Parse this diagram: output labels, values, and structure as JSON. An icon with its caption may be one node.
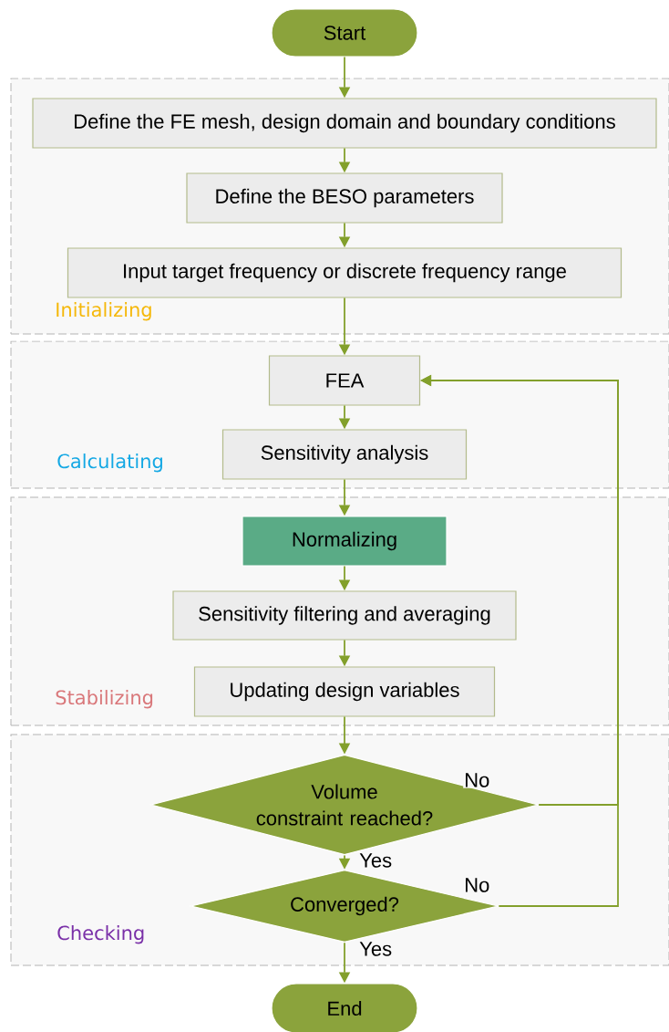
{
  "diagram": {
    "nodes": [
      {
        "text": [
          "Start"
        ]
      },
      {
        "text": [
          "Initializing"
        ]
      },
      {
        "text": [
          "Define the FE mesh, design domain and boundary conditions"
        ],
        "in": 1
      },
      {
        "text": [
          "Define the BESO parameters"
        ],
        "in": 1
      },
      {
        "text": [
          "Input target frequency or discrete frequency range"
        ],
        "in": 1
      },
      {
        "text": [
          "Calculating"
        ]
      },
      {
        "text": [
          "FEA"
        ],
        "in": 5
      },
      {
        "text": [
          "Sensitivity analysis"
        ],
        "in": 5
      },
      {
        "text": [
          "Stabilizing"
        ]
      },
      {
        "text": [
          "Normalizing"
        ],
        "in": 8
      },
      {
        "text": [
          "Sensitivity filtering and averaging"
        ],
        "in": 8
      },
      {
        "text": [
          "Updating design variables"
        ],
        "in": 8
      },
      {
        "text": [
          "Checking"
        ]
      },
      {
        "text": [
          "Volume constraint reached?"
        ],
        "in": 12
      },
      {
        "text": [
          "Converged?"
        ],
        "in": 12
      },
      {
        "text": [
          "End"
        ]
      }
    ],
    "edges": [
      {
        "from": 0,
        "to": 2,
        "arrow": "to"
      },
      {
        "from": 2,
        "to": 3,
        "arrow": "to"
      },
      {
        "from": 3,
        "to": 4,
        "arrow": "to"
      },
      {
        "from": 4,
        "to": 6,
        "arrow": "to"
      },
      {
        "from": 6,
        "to": 7,
        "arrow": "to"
      },
      {
        "from": 7,
        "to": 9,
        "arrow": "to"
      },
      {
        "from": 9,
        "to": 10,
        "arrow": "to"
      },
      {
        "from": 10,
        "to": 11,
        "arrow": "to"
      },
      {
        "from": 11,
        "to": 13,
        "arrow": "to"
      },
      {
        "from": 13,
        "to": 14,
        "arrow": "to",
        "label": "Yes"
      },
      {
        "from": 13,
        "to": 6,
        "arrow": "to",
        "label": "No"
      },
      {
        "from": 14,
        "to": 6,
        "arrow": "to",
        "label": "No"
      },
      {
        "from": 14,
        "to": 15,
        "arrow": "to",
        "label": "Yes"
      }
    ]
  }
}
